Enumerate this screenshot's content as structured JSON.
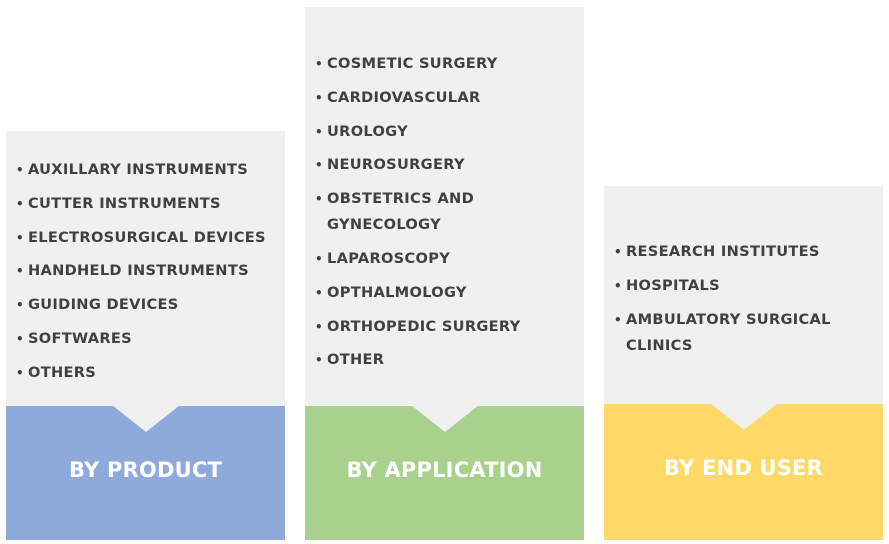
{
  "panels": [
    {
      "title": "BY PRODUCT",
      "color": "#8eaadb",
      "items": [
        "AUXILLARY INSTRUMENTS",
        "CUTTER INSTRUMENTS",
        "ELECTROSURGICAL DEVICES",
        "HANDHELD INSTRUMENTS",
        "GUIDING DEVICES",
        "SOFTWARES",
        "OTHERS"
      ]
    },
    {
      "title": "BY APPLICATION",
      "color": "#a9d18e",
      "items": [
        "COSMETIC SURGERY",
        "CARDIOVASCULAR",
        "UROLOGY",
        "NEUROSURGERY",
        "OBSTETRICS AND GYNECOLOGY",
        "LAPAROSCOPY",
        "OPTHALMOLOGY",
        "ORTHOPEDIC SURGERY",
        "OTHER"
      ]
    },
    {
      "title": "BY END USER",
      "color": "#ffd966",
      "items": [
        "RESEARCH INSTITUTES",
        "HOSPITALS",
        "AMBULATORY SURGICAL CLINICS"
      ]
    }
  ]
}
